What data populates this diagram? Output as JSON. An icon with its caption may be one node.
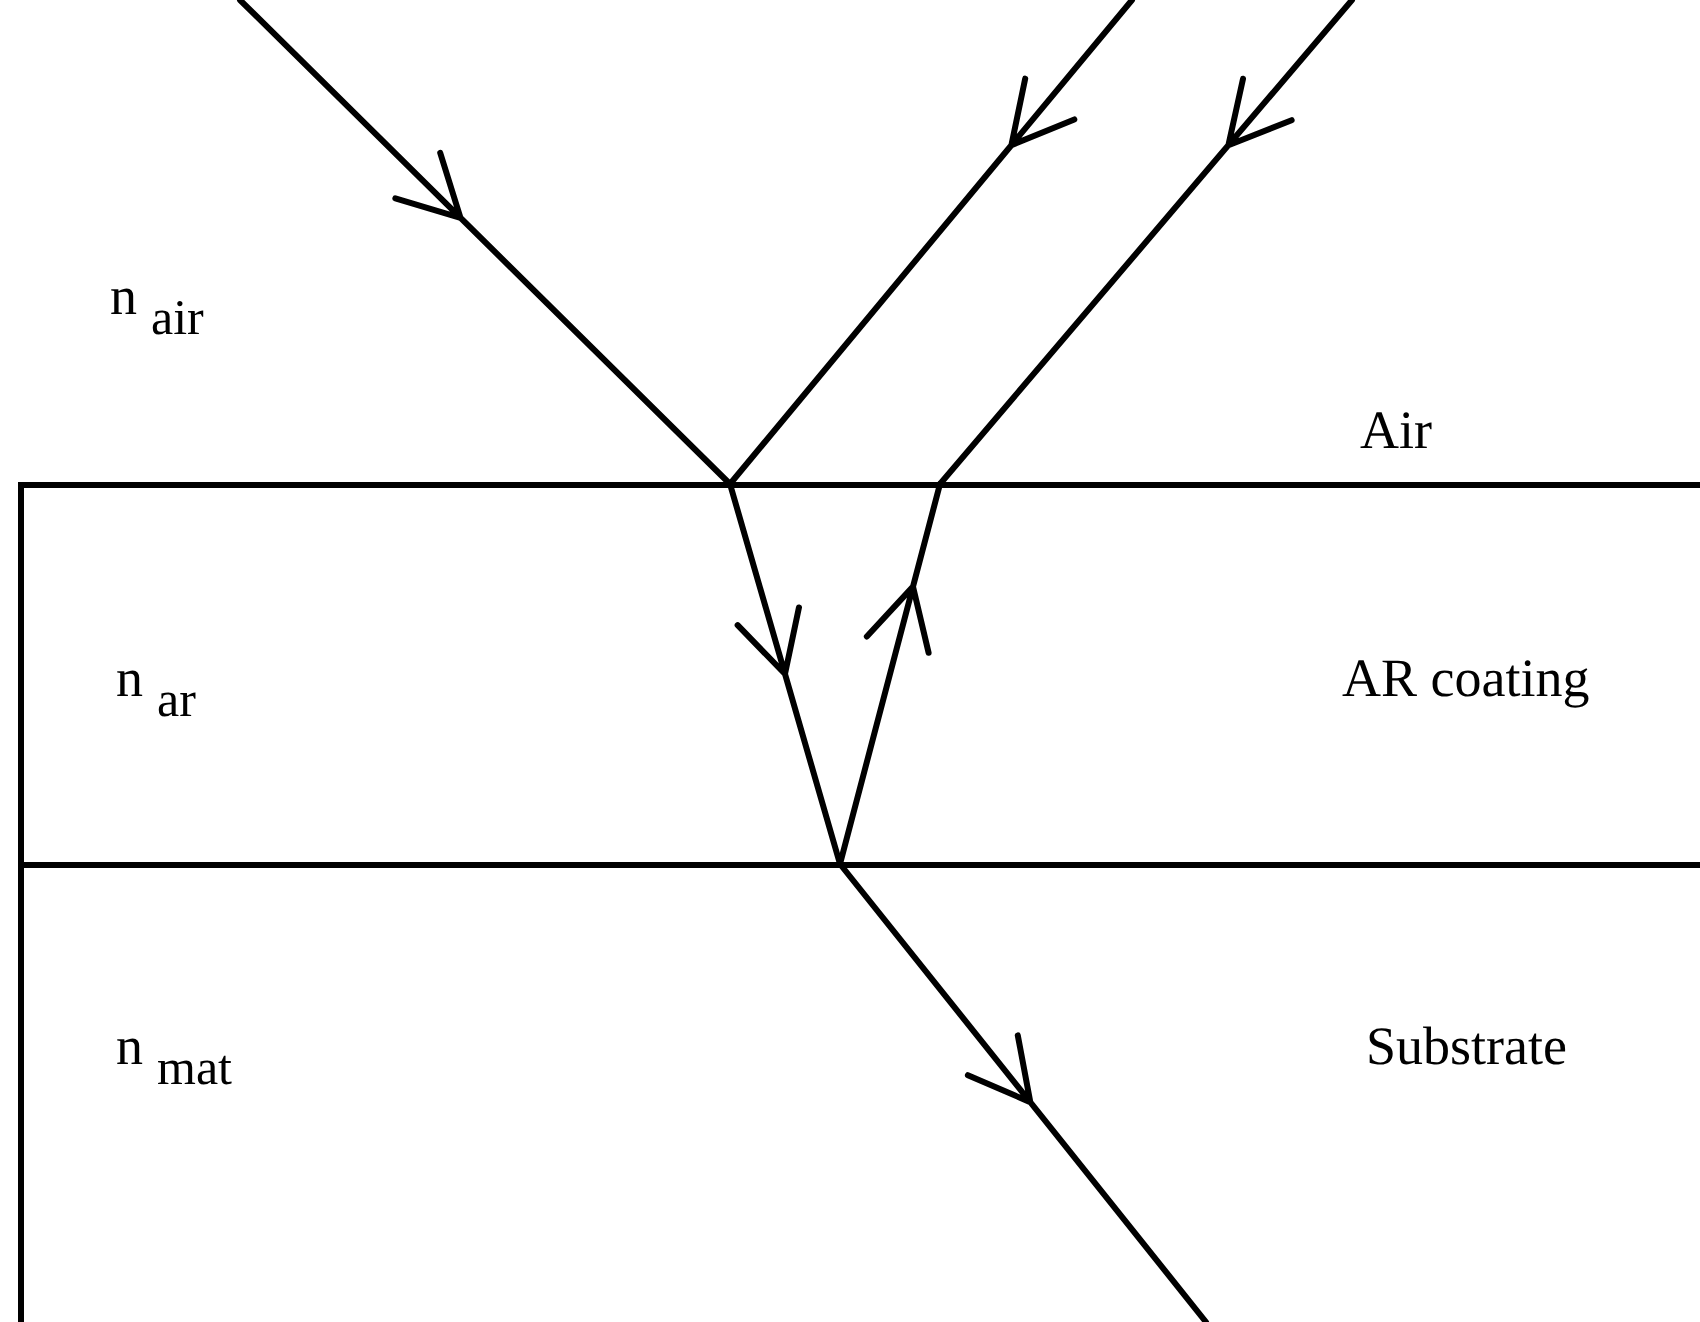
{
  "diagram": {
    "nodes": [
      {
        "text": [
          "n$_{air}$",
          "Air"
        ]
      },
      {
        "text": [
          "n$_{ar}$",
          "AR coating"
        ]
      },
      {
        "text": [
          "n$_{mat}$",
          "Substrate"
        ]
      }
    ]
  }
}
